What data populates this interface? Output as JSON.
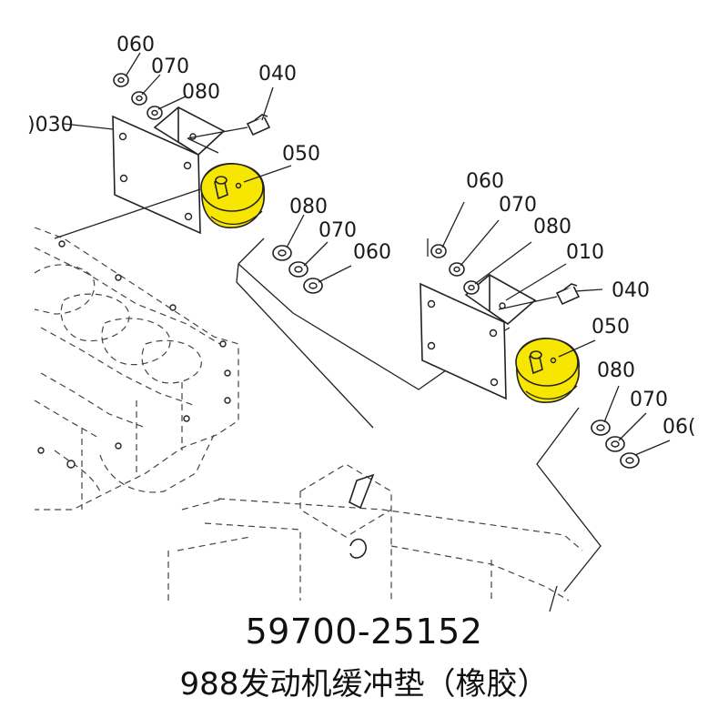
{
  "caption": {
    "part_number": "59700-25152",
    "description": "988发动机缓冲垫（橡胶）"
  },
  "labels": {
    "left_060": "060",
    "left_070": "070",
    "left_080": "080",
    "left_040": "040",
    "left_030": ")030",
    "left_050": "050",
    "left_lower_080": "080",
    "left_lower_070": "070",
    "left_lower_060": "060",
    "right_060": "060",
    "right_070": "070",
    "right_080": "080",
    "right_010": "010",
    "right_040": "040",
    "right_050": "050",
    "right_lower_080": "080",
    "right_lower_070": "070",
    "right_lower_060": "06("
  },
  "colors": {
    "highlight": "#f7e600",
    "line": "#222222"
  }
}
